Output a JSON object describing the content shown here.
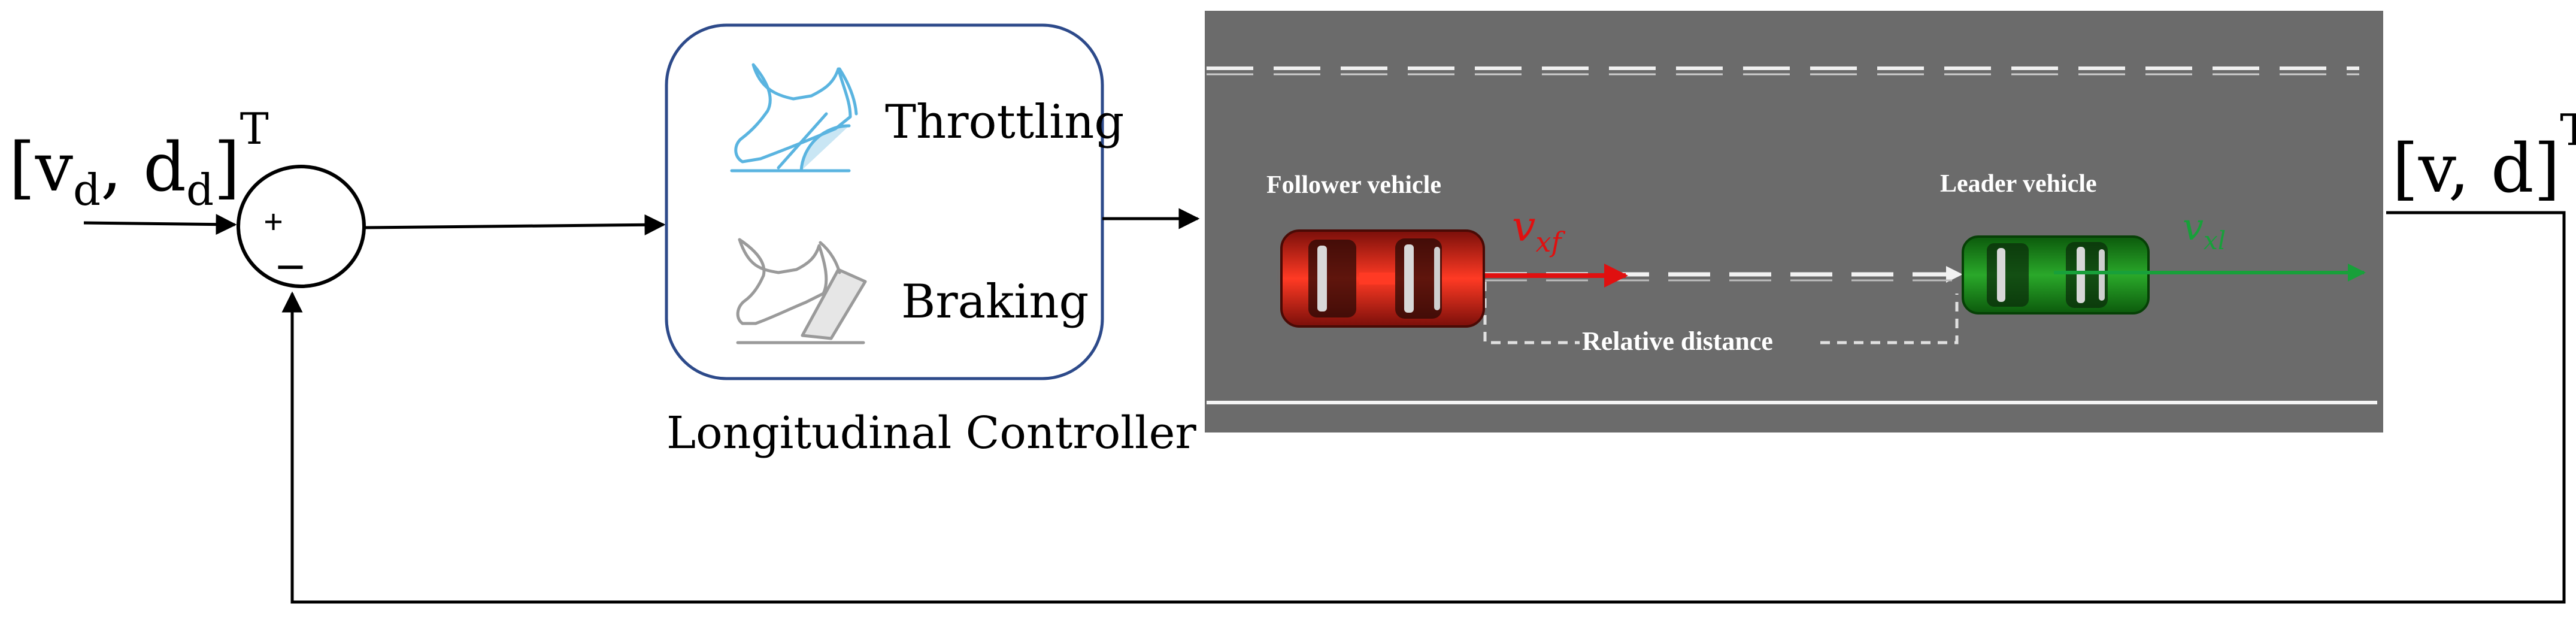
{
  "input_label": {
    "main": "[v",
    "sub1": "d",
    "mid": ", d",
    "sub2": "d",
    "close": "]",
    "sup": "T"
  },
  "output_label": {
    "main": "[v, d]",
    "sup": "T"
  },
  "summing_junction": {
    "plus": "+",
    "minus": "–"
  },
  "controller": {
    "caption": "Longitudinal Controller",
    "throttling_label": "Throttling",
    "braking_label": "Braking"
  },
  "plant": {
    "follower_label": "Follower vehicle",
    "leader_label": "Leader vehicle",
    "relative_distance_label": "Relative distance",
    "follower_velocity": {
      "base": "v",
      "sub": "xf"
    },
    "leader_velocity": {
      "base": "v",
      "sub": "xl"
    }
  },
  "colors": {
    "road": "#6b6b6b",
    "follower": "#d9261c",
    "leader": "#1f8a1f",
    "controller_border": "#2d4a8a",
    "pedal_top": "#5ab4e0",
    "pedal_bottom": "#9a9a9a"
  },
  "icons": {
    "throttle": "throttle-pedal-icon",
    "brake": "brake-pedal-icon"
  }
}
